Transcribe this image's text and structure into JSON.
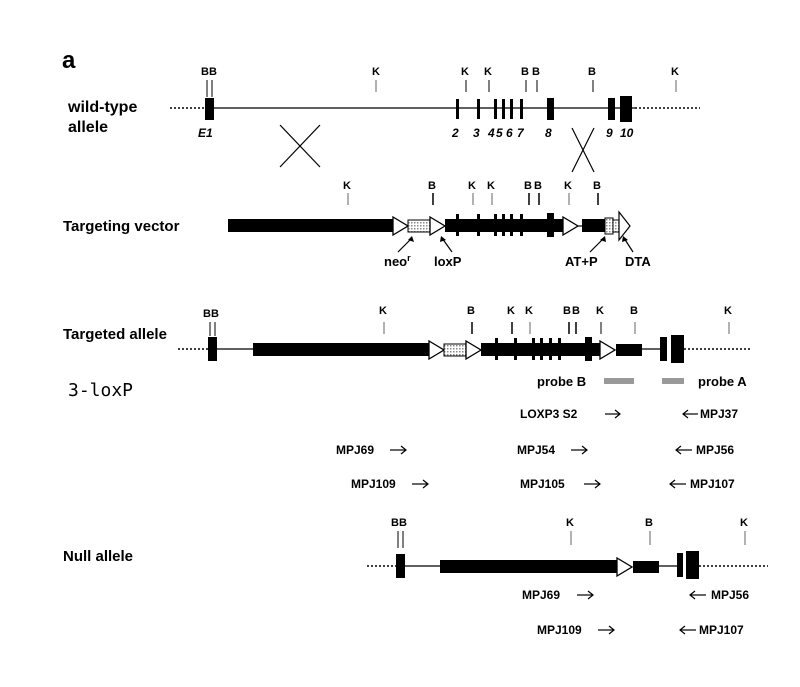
{
  "panel_label": "a",
  "rows": {
    "wild_type": {
      "label_line1": "wild-type",
      "label_line2": "allele",
      "sites": [
        "B",
        "B",
        "K",
        "K",
        "K",
        "B",
        "B",
        "B",
        "K"
      ],
      "exons": [
        "E1",
        "2",
        "3",
        "4",
        "5",
        "6",
        "7",
        "8",
        "9",
        "10"
      ]
    },
    "targeting_vector": {
      "label": "Targeting vector",
      "sites": [
        "K",
        "B",
        "K",
        "K",
        "B",
        "B",
        "K",
        "B"
      ],
      "annotations": {
        "neo": "neo",
        "neo_sup": "r",
        "loxp": "loxP",
        "atp": "AT+P",
        "dta": "DTA"
      }
    },
    "targeted": {
      "label": "Targeted allele",
      "sites": [
        "B",
        "B",
        "K",
        "B",
        "K",
        "K",
        "B",
        "B",
        "K",
        "B",
        "K"
      ],
      "note": "3-loxP",
      "probes": [
        "probe B",
        "probe A"
      ],
      "primers": {
        "loxp3s2": "LOXP3 S2",
        "mpj37": "MPJ37",
        "mpj69": "MPJ69",
        "mpj54": "MPJ54",
        "mpj56": "MPJ56",
        "mpj109": "MPJ109",
        "mpj105": "MPJ105",
        "mpj107": "MPJ107"
      }
    },
    "null": {
      "label": "Null allele",
      "sites": [
        "B",
        "B",
        "K",
        "B",
        "K"
      ],
      "primers": {
        "mpj69": "MPJ69",
        "mpj56": "MPJ56",
        "mpj109": "MPJ109",
        "mpj107": "MPJ107"
      }
    }
  },
  "colors": {
    "ink": "#000000",
    "gray_site": "#666666",
    "probe": "#999999",
    "hatch": "#aaaaaa"
  }
}
